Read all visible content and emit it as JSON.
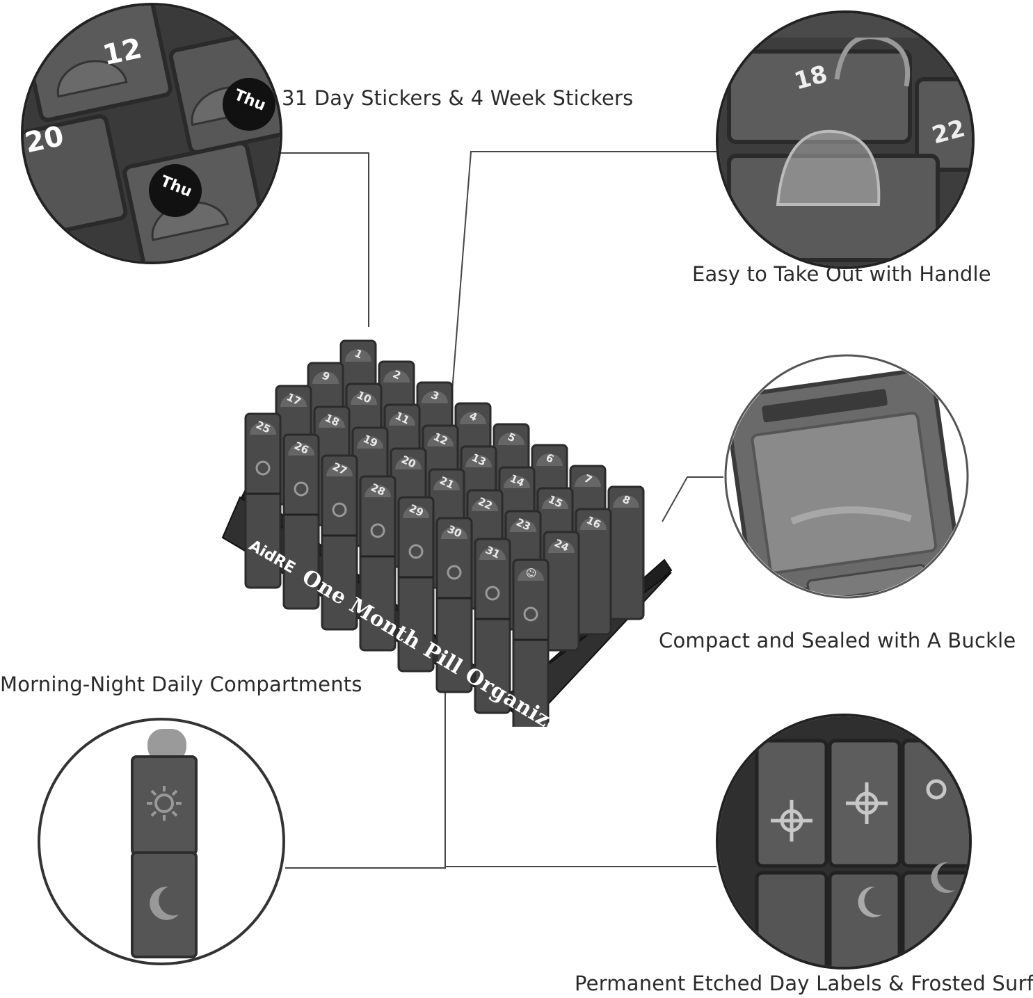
{
  "features": {
    "stickers": "31 Day Stickers & 4 Week Stickers",
    "handle": "Easy to Take Out with Handle",
    "buckle": "Compact and Sealed with A Buckle",
    "compartments": "Morning-Night Daily Compartments",
    "etched": "Permanent Etched Day Labels & Frosted Surface"
  },
  "product": {
    "brand": "AidRE",
    "name": "One Month Pill Organizer"
  },
  "detail_sticker": {
    "numbers": [
      "12",
      "20"
    ],
    "badge": "Thu"
  },
  "detail_handle": {
    "numbers": [
      "18",
      "22"
    ]
  },
  "grid": {
    "rows": [
      [
        "1",
        "2",
        "3",
        "4",
        "5",
        "6",
        "7",
        "8"
      ],
      [
        "9",
        "10",
        "11",
        "12",
        "13",
        "14",
        "15",
        "16"
      ],
      [
        "17",
        "18",
        "19",
        "20",
        "21",
        "22",
        "23",
        "24"
      ],
      [
        "25",
        "26",
        "27",
        "28",
        "29",
        "30",
        "31",
        "☺"
      ]
    ]
  },
  "colors": {
    "plastic": "#4a4a4a",
    "plastic_dark": "#2b2b2b",
    "line": "#555555"
  }
}
